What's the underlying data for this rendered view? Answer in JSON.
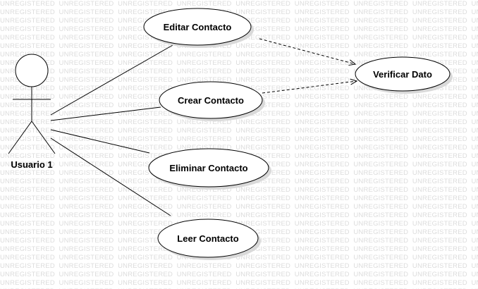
{
  "watermark": {
    "text": "UNREGISTERED"
  },
  "actor": {
    "name": "Usuario 1"
  },
  "use_cases": {
    "editar": "Editar Contacto",
    "crear": "Crear Contacto",
    "eliminar": "Eliminar Contacto",
    "leer": "Leer Contacto",
    "verificar": "Verificar Dato"
  },
  "colors": {
    "line": "#000000",
    "shadow": "#d9d9d9",
    "fill": "#ffffff",
    "watermark": "#dcdcdc"
  }
}
